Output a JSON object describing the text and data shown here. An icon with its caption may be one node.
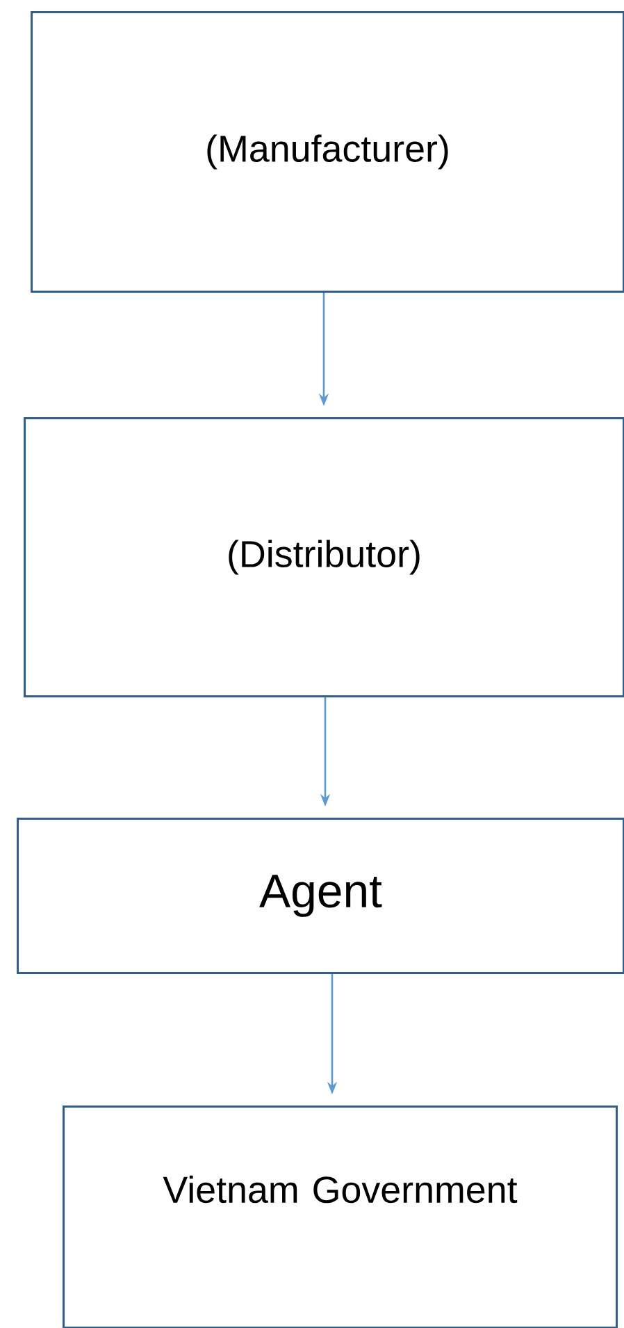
{
  "diagram": {
    "nodes": [
      {
        "text": [
          "(Manufacturer)"
        ]
      },
      {
        "text": [
          "(Distributor)"
        ]
      },
      {
        "text": [
          "Agent"
        ]
      },
      {
        "text": [
          "Vietnam Government"
        ]
      }
    ],
    "edges": [
      {
        "from": 0,
        "to": 1,
        "arrow": "to"
      },
      {
        "from": 1,
        "to": 2,
        "arrow": "to"
      },
      {
        "from": 2,
        "to": 3,
        "arrow": "to"
      }
    ]
  }
}
